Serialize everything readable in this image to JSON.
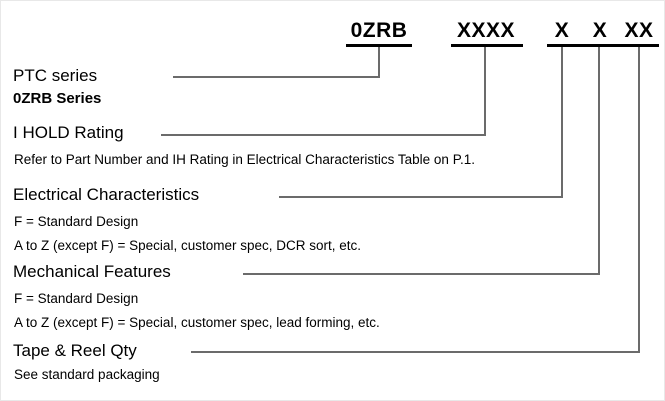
{
  "part_number": {
    "segments": [
      {
        "text": "0ZRB",
        "name": "code-segment-series"
      },
      {
        "text": "XXXX",
        "name": "code-segment-ihold"
      },
      {
        "text": "X",
        "name": "code-segment-electrical"
      },
      {
        "text": "X",
        "name": "code-segment-mechanical"
      },
      {
        "text": "XX",
        "name": "code-segment-tape-reel"
      }
    ]
  },
  "entries": [
    {
      "heading": "PTC series",
      "subtitle": "0ZRB Series",
      "subtitle_bold": true,
      "detail": ""
    },
    {
      "heading": "I HOLD Rating",
      "subtitle": "",
      "detail": "Refer to Part Number and IH Rating in Electrical Characteristics Table on P.1."
    },
    {
      "heading": "Electrical Characteristics",
      "line1": "F = Standard Design",
      "line2": "A to Z (except F) = Special, customer spec, DCR sort, etc."
    },
    {
      "heading": "Mechanical Features",
      "line1": "F = Standard Design",
      "line2": "A to Z (except F) = Special, customer spec, lead forming, etc."
    },
    {
      "heading": "Tape & Reel Qty",
      "subtitle": "See standard packaging",
      "detail": ""
    }
  ],
  "colors": {
    "text": "#000000",
    "leader_line": "#6b6b6b",
    "code_rule": "#000000",
    "background": "#ffffff"
  }
}
